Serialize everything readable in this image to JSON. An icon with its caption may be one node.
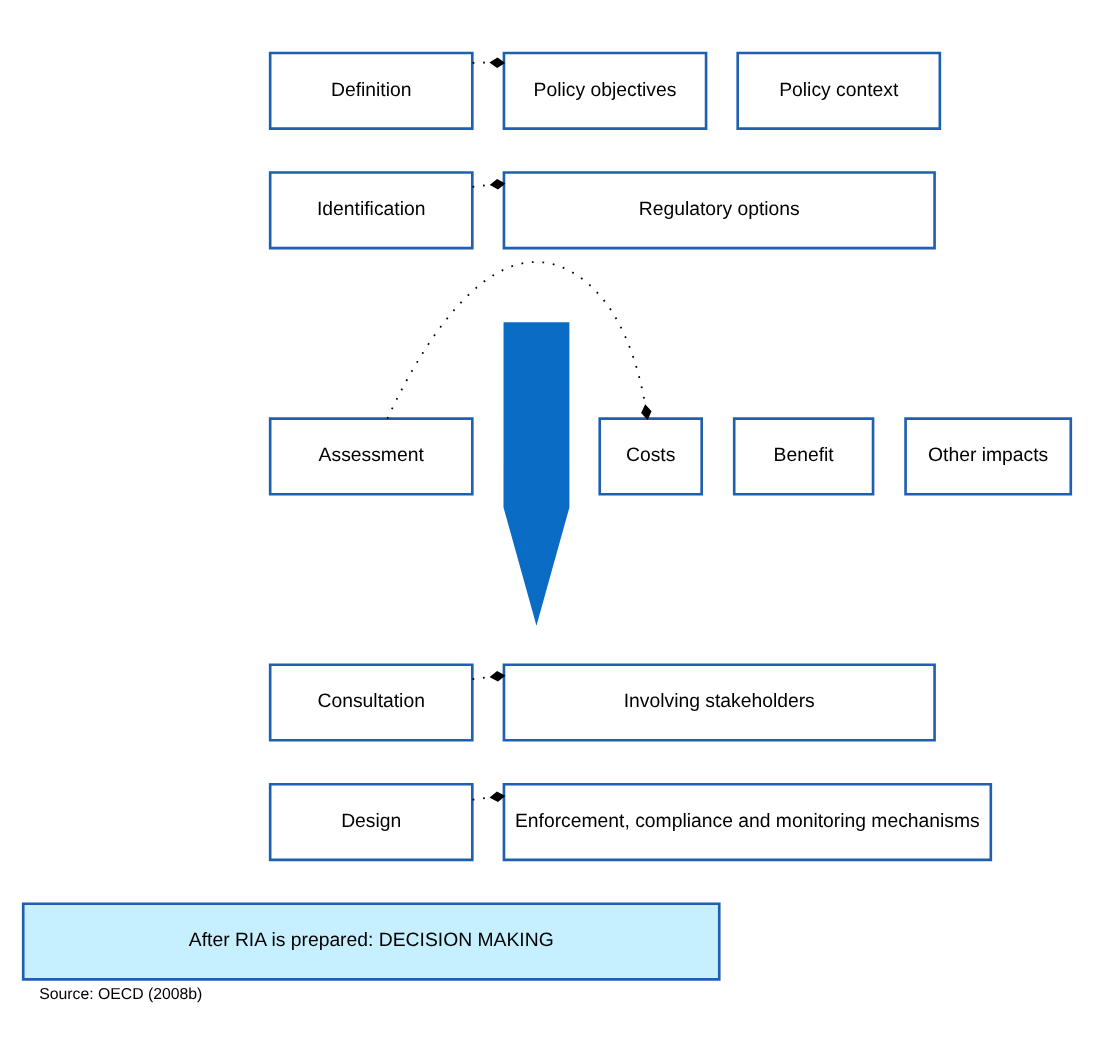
{
  "diagram": {
    "caption": "Source: OECD (2008b)",
    "nodes": [
      {
        "text": [
          "Definition"
        ]
      },
      {
        "text": [
          "Policy objectives"
        ]
      },
      {
        "text": [
          "Policy context"
        ]
      },
      {
        "text": [],
        "shape": "arrow"
      },
      {
        "text": [
          "Identification"
        ]
      },
      {
        "text": [
          "Regulatory options"
        ]
      },
      {
        "text": [
          "Assessment"
        ]
      },
      {
        "text": [
          "Costs"
        ]
      },
      {
        "text": [
          "Benefit"
        ]
      },
      {
        "text": [
          "Other impacts"
        ]
      },
      {
        "text": [
          "Consultation"
        ]
      },
      {
        "text": [
          "Involving stakeholders"
        ]
      },
      {
        "text": [
          "Design"
        ]
      },
      {
        "text": [
          "Enforcement, compliance and monitoring mechanisms"
        ]
      },
      {
        "text": [
          "After RIA is prepared: DECISION MAKING"
        ]
      }
    ],
    "edges": [
      {
        "from": 0,
        "to": 1,
        "arrow": "other"
      },
      {
        "from": 4,
        "to": 5,
        "arrow": "other"
      },
      {
        "from": 6,
        "to": 7,
        "arrow": "other"
      },
      {
        "from": 10,
        "to": 11,
        "arrow": "other"
      },
      {
        "from": 12,
        "to": 13,
        "arrow": "other"
      }
    ]
  }
}
